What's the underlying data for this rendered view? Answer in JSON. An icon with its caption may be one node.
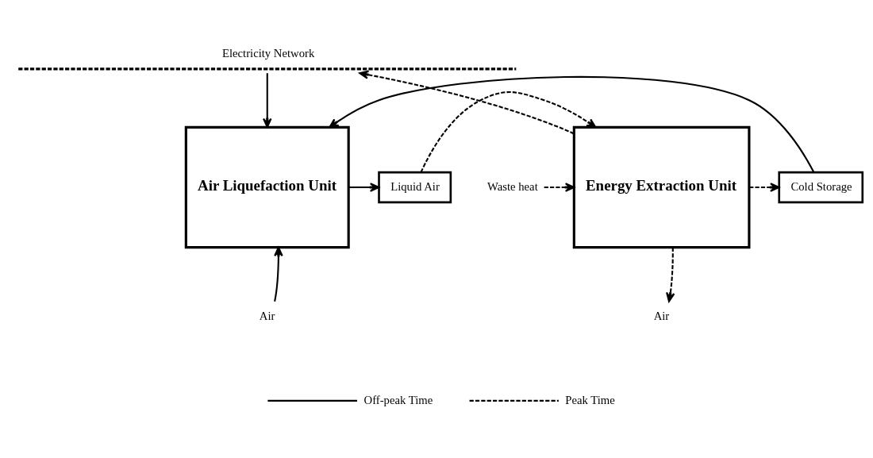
{
  "diagram": {
    "nodes": [
      {
        "text": [
          "Electricity Network"
        ]
      },
      {
        "text": [
          "Air Liquefaction Unit"
        ]
      },
      {
        "text": [
          "Liquid Air"
        ]
      },
      {
        "text": [
          "Cold Storage"
        ]
      },
      {
        "text": [
          "Energy Extraction Unit"
        ]
      },
      {
        "text": [
          "Waste heat"
        ]
      },
      {
        "text": [
          "Air"
        ]
      },
      {
        "text": [
          "Air"
        ]
      }
    ],
    "edges": [
      {
        "from": 0,
        "to": 1,
        "arrow": "to"
      },
      {
        "from": 1,
        "to": 2,
        "arrow": "to"
      },
      {
        "from": 2,
        "to": 4,
        "arrow": "to",
        "style": "dashed"
      },
      {
        "from": 4,
        "to": 3,
        "arrow": "to",
        "style": "dashed"
      },
      {
        "from": 3,
        "to": 1,
        "arrow": "to"
      },
      {
        "from": 5,
        "to": 4,
        "arrow": "to",
        "style": "dashed"
      },
      {
        "from": 6,
        "to": 1,
        "arrow": "to"
      },
      {
        "from": 4,
        "to": 0,
        "arrow": "to",
        "style": "dashed"
      },
      {
        "from": 4,
        "to": 7,
        "arrow": "to",
        "style": "dashed"
      }
    ],
    "legend": [
      {
        "text": "Off-peak Time"
      },
      {
        "text": "Peak Time"
      }
    ]
  }
}
